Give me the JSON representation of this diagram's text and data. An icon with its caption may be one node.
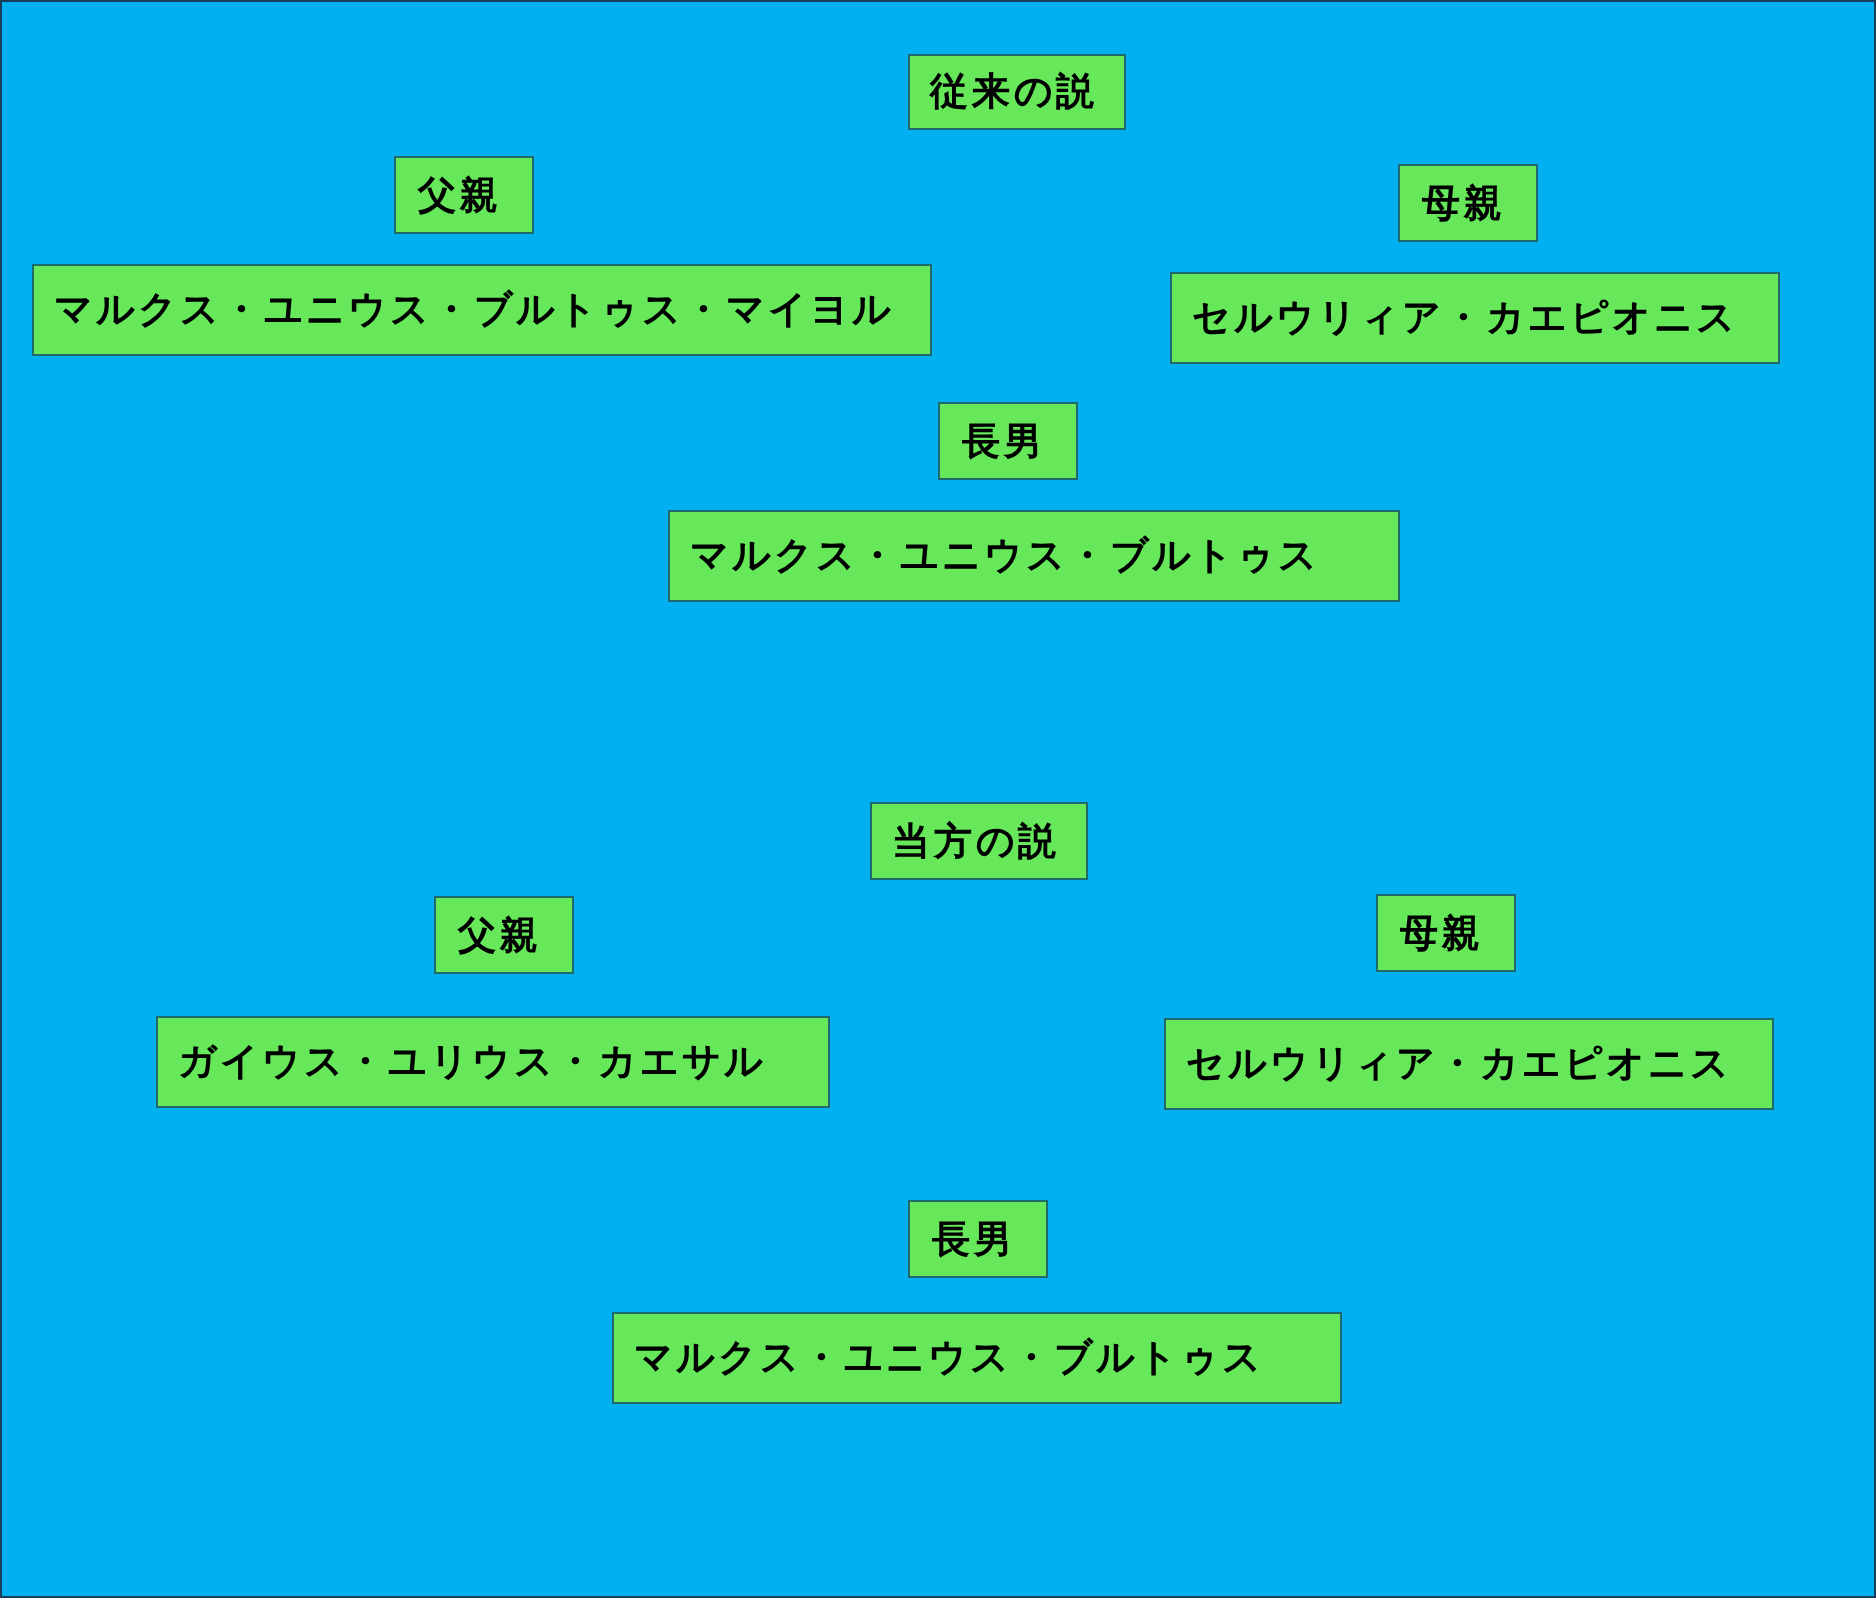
{
  "diagram": {
    "nodes": [
      {
        "text": [
          "従来の説"
        ]
      },
      {
        "text": [
          "父親"
        ]
      },
      {
        "text": [
          "母親"
        ]
      },
      {
        "text": [
          "マルクス・ユニウス・ブルトゥス・マイヨル"
        ]
      },
      {
        "text": [
          "セルウリィア・カエピオニス"
        ]
      },
      {
        "text": [
          "長男"
        ]
      },
      {
        "text": [
          "マルクス・ユニウス・ブルトゥス"
        ]
      },
      {
        "text": [
          "当方の説"
        ]
      },
      {
        "text": [
          "父親"
        ]
      },
      {
        "text": [
          "母親"
        ]
      },
      {
        "text": [
          "ガイウス・ユリウス・カエサル"
        ]
      },
      {
        "text": [
          "セルウリィア・カエピオニス"
        ]
      },
      {
        "text": [
          "長男"
        ]
      },
      {
        "text": [
          "マルクス・ユニウス・ブルトゥス"
        ]
      }
    ]
  }
}
